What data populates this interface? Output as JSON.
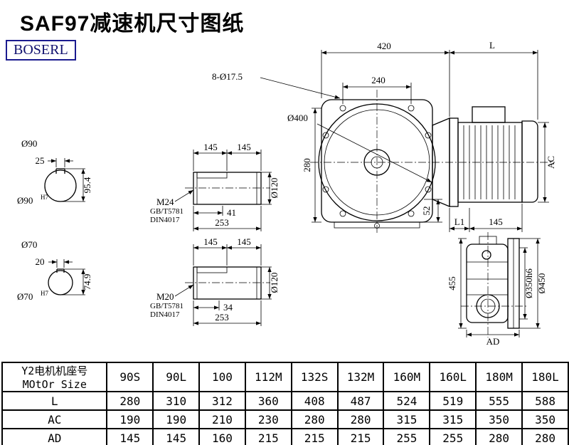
{
  "page": {
    "title": "SAF97减速机尺寸图纸",
    "logo": "BOSERL"
  },
  "views": {
    "shaft_end_a": {
      "dia": "Ø90",
      "key_width": "25",
      "key_height": "95.4",
      "bore": "Ø90",
      "bore_tol": "H7"
    },
    "shaft_end_b": {
      "dia": "Ø70",
      "key_width": "20",
      "key_height": "74.9",
      "bore": "Ø70",
      "bore_tol": "H7"
    },
    "shaft_a": {
      "seg1": "145",
      "seg2": "145",
      "dia": "Ø120",
      "thread": "M24",
      "std1": "GB/T5781",
      "std2": "DIN4017",
      "key_len": "41",
      "total": "253"
    },
    "shaft_b": {
      "seg1": "145",
      "seg2": "145",
      "dia": "Ø120",
      "thread": "M20",
      "std1": "GB/T5781",
      "std2": "DIN4017",
      "key_len": "34",
      "total": "253"
    },
    "front": {
      "width": "420",
      "motor_len": "L",
      "holes": "8-Ø17.5",
      "hole_span": "240",
      "flange_dia": "Ø400",
      "height": "280",
      "foot": "52",
      "motor_height": "AC",
      "l1": "L1",
      "motor_seat": "145"
    },
    "side": {
      "height": "455",
      "spigot_dia": "Ø350h6",
      "flange_dia": "Ø450",
      "width": "AD"
    }
  },
  "table": {
    "header_cn": "Y2电机机座号",
    "header_en": "MOtOr Size",
    "columns": [
      "90S",
      "90L",
      "100",
      "112M",
      "132S",
      "132M",
      "160M",
      "160L",
      "180M",
      "180L"
    ],
    "rows": [
      {
        "label": "L",
        "values": [
          "280",
          "310",
          "312",
          "360",
          "408",
          "487",
          "524",
          "519",
          "555",
          "588"
        ]
      },
      {
        "label": "AC",
        "values": [
          "190",
          "190",
          "210",
          "230",
          "280",
          "280",
          "315",
          "315",
          "350",
          "350"
        ]
      },
      {
        "label": "AD",
        "values": [
          "145",
          "145",
          "160",
          "215",
          "215",
          "215",
          "255",
          "255",
          "280",
          "280"
        ]
      }
    ]
  }
}
